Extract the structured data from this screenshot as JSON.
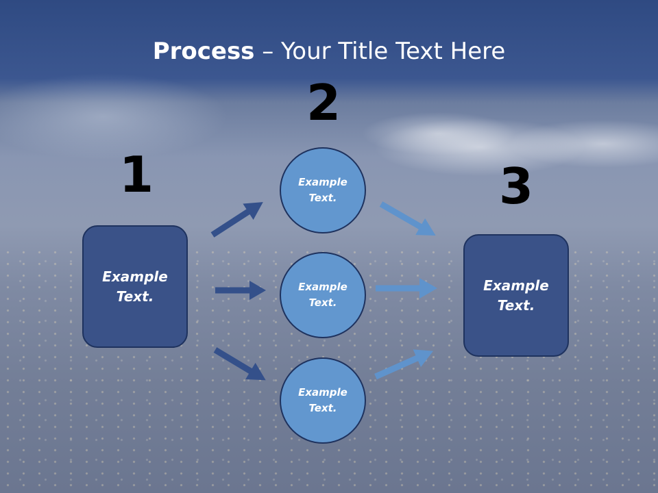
{
  "title": {
    "bold": "Process",
    "rest": " – Your Title Text Here"
  },
  "steps": [
    {
      "number": "1",
      "text": "Example Text."
    },
    {
      "number": "2",
      "items": [
        "Example Text.",
        "Example Text.",
        "Example Text."
      ]
    },
    {
      "number": "3",
      "text": "Example Text."
    }
  ],
  "colors": {
    "box_fill": "#3a5288",
    "circle_fill": "#6297cf",
    "dark_arrow": "#34508a",
    "light_arrow": "#5f93cc",
    "outline": "#1e325e"
  }
}
